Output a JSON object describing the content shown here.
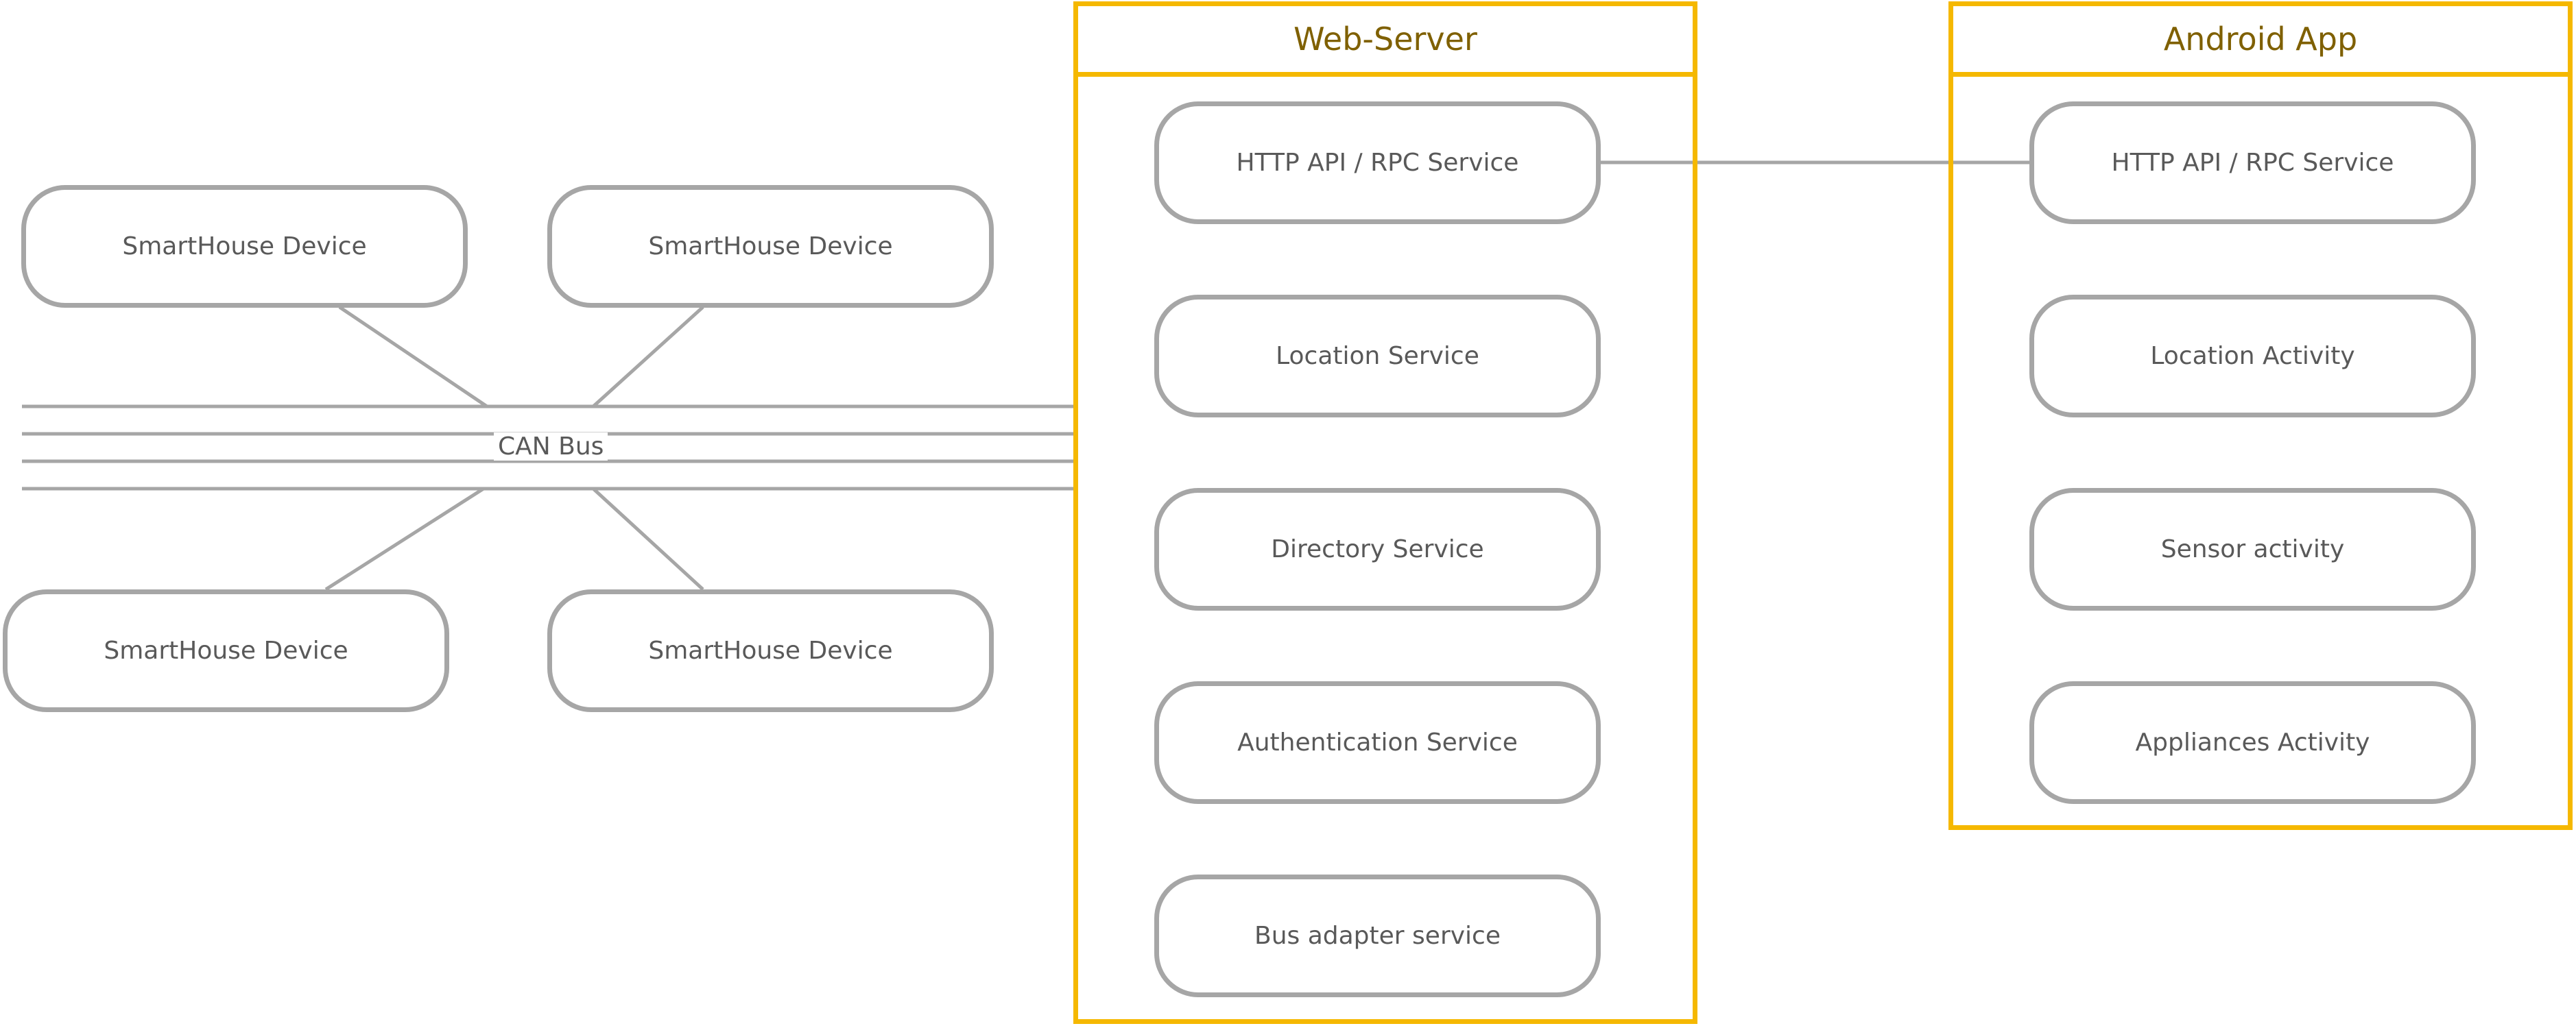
{
  "colors": {
    "container_border": "#f5b800",
    "container_title": "#7f6000",
    "node_border": "#a6a6a6",
    "node_text": "#595959",
    "connector": "#a6a6a6"
  },
  "bus": {
    "label": "CAN Bus"
  },
  "devices": [
    {
      "label": "SmartHouse Device"
    },
    {
      "label": "SmartHouse Device"
    },
    {
      "label": "SmartHouse Device"
    },
    {
      "label": "SmartHouse Device"
    }
  ],
  "web_server": {
    "title": "Web-Server",
    "services": [
      {
        "label": "HTTP API / RPC Service"
      },
      {
        "label": "Location Service"
      },
      {
        "label": "Directory Service"
      },
      {
        "label": "Authentication Service"
      },
      {
        "label": "Bus adapter service"
      }
    ]
  },
  "android_app": {
    "title": "Android App",
    "components": [
      {
        "label": "HTTP API / RPC Service"
      },
      {
        "label": "Location Activity"
      },
      {
        "label": "Sensor activity"
      },
      {
        "label": "Appliances Activity"
      }
    ]
  }
}
